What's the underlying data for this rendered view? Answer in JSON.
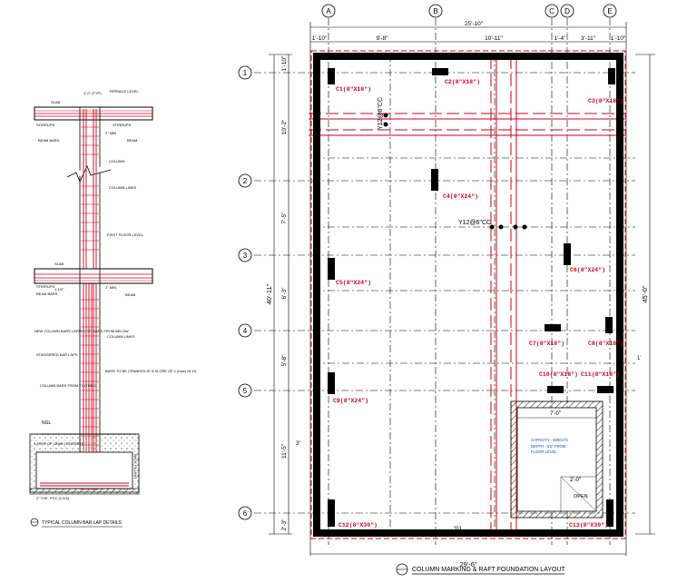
{
  "colors": {
    "ink": "#000000",
    "rebar": "#d0021b",
    "note": "#1f3fbf",
    "hatch": "#666666"
  },
  "plan": {
    "title": "COLUMN MARKING & RAFT FOUNDATION LAYOUT",
    "grid_cols": [
      "A",
      "B",
      "C",
      "D",
      "E"
    ],
    "grid_rows": [
      "1",
      "2",
      "3",
      "4",
      "5",
      "6"
    ],
    "top_dims": [
      "1'-10\"",
      "9'-8\"",
      "25'-10\"",
      "10'-11\"",
      "1'-4\"",
      "3'-11\"",
      "1'-10\""
    ],
    "bottom_dim": "29'-6\"",
    "left_dims": [
      "1'-10\"",
      "10'-2\"",
      "7'-5\"",
      "6'-3\"",
      "5'-8\"",
      "11'-5\"",
      "2'-3\""
    ],
    "left_total": "40'-11\"",
    "right_total": "45'-0\"",
    "right_dim_small": "1'",
    "rebar_label_1": "Y12@6\"CC",
    "rebar_label_2": "Y12@6\"CC",
    "small_dim_3": "3\"",
    "bottom_mark": "\"01",
    "columns": [
      "C1(8\"X18\")",
      "C2(8\"X18\")",
      "C3(8\"X18\")",
      "C4(8\"X24\")",
      "C5(8\"X24\")",
      "C6(8\"X24\")",
      "C7(8\"X18\")",
      "C8(8\"X18\")",
      "C9(8\"X24\")",
      "C10(8\"X18\")",
      "C11(8\"X18\")",
      "C12(8\"X30\")",
      "C13(8\"X30\")"
    ],
    "pit": {
      "dim_top": "7'-0\"",
      "dim_inner": "2'-0\"",
      "note_1": "CAPACITY - 6000LTS",
      "note_2": "DEPTH - 5'0\" FROM",
      "note_3": "FLOOR LEVEL",
      "open": "OPEN"
    }
  },
  "detail": {
    "title": "TYPICAL COLUMN BAR LAP DETAILS",
    "labels": {
      "slab": "SLAB",
      "top_dim": "1'-0\" (TYP)",
      "terrace": "TERRACE LEVEL",
      "stirrups_l": "STIRRUPS",
      "stirrups_r": "STIRRUPS",
      "beam_bars": "BEAM BARS",
      "beam": "BEAM",
      "min": "2\" MIN",
      "column": "COLUMN",
      "column_links": "COLUMN LINKS",
      "first_floor": "FIRST FLOOR LEVEL",
      "slab2": "SLAB",
      "stirrups2": "STIRRUPS",
      "half": "1-1/2\"",
      "min2": "2\" MIN",
      "beam_bars2": "BEAM BARS",
      "beam2": "BEAM",
      "new_col": "NEW COLUMN BARS LAPPED TO BARS FROM BELOW",
      "col_links2": "COLUMN LINKS",
      "staggered": "STAGGERED BAR LAPS",
      "bend": "BARS TO BE CRANKED AT A SLOPE OF 1 (max) IN 10.",
      "col_bars": "COLUMN BARS FROM FOOTING",
      "ngl": "NGL",
      "lean": "LAYER OF LEAN CONCRETE",
      "pcc": "2\" THK. PCC (1:3:6)",
      "back": "BACK FILLING"
    }
  }
}
